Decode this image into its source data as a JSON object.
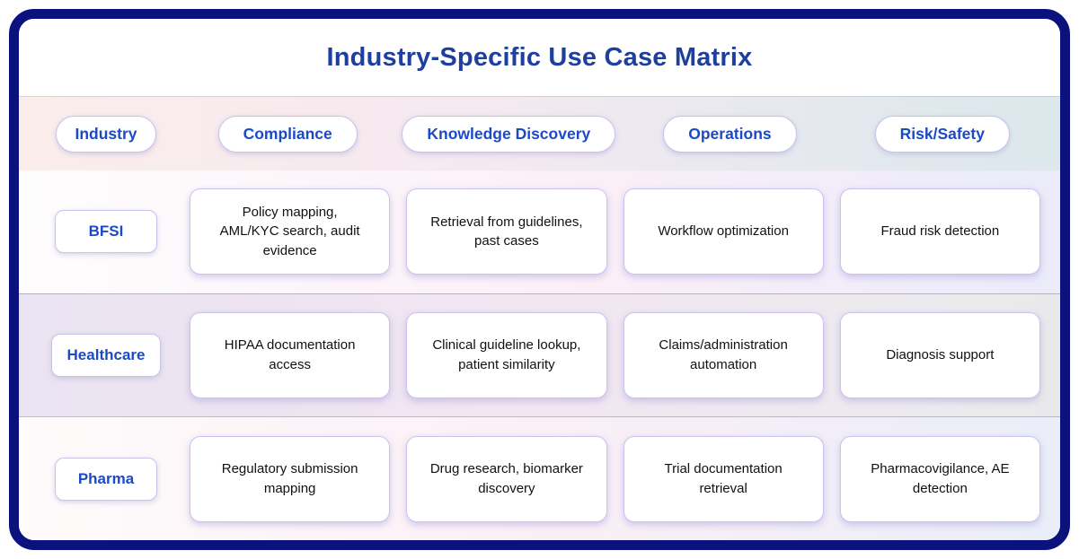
{
  "title": "Industry-Specific Use Case Matrix",
  "colors": {
    "frame_border": "#0c127d",
    "title_text": "#1e3f9e",
    "pill_text": "#1b4ac6",
    "pill_border": "#c7c3ea",
    "card_border": "#cac3ef",
    "card_background": "#ffffff",
    "cell_text": "#111111",
    "header_band_left": "#fbedea",
    "header_band_right": "#dce8ec"
  },
  "table": {
    "column_headers": [
      "Industry",
      "Compliance",
      "Knowledge Discovery",
      "Operations",
      "Risk/Safety"
    ],
    "rows": [
      {
        "industry": "BFSI",
        "cells": [
          "Policy mapping, AML/KYC search, audit evidence",
          "Retrieval from guidelines, past cases",
          "Workflow optimization",
          "Fraud risk detection"
        ]
      },
      {
        "industry": "Healthcare",
        "cells": [
          "HIPAA documentation access",
          "Clinical guideline lookup, patient similarity",
          "Claims/administration automation",
          "Diagnosis support"
        ]
      },
      {
        "industry": "Pharma",
        "cells": [
          "Regulatory submission mapping",
          "Drug research, biomarker discovery",
          "Trial documentation retrieval",
          "Pharmacovigilance, AE detection"
        ]
      }
    ]
  }
}
